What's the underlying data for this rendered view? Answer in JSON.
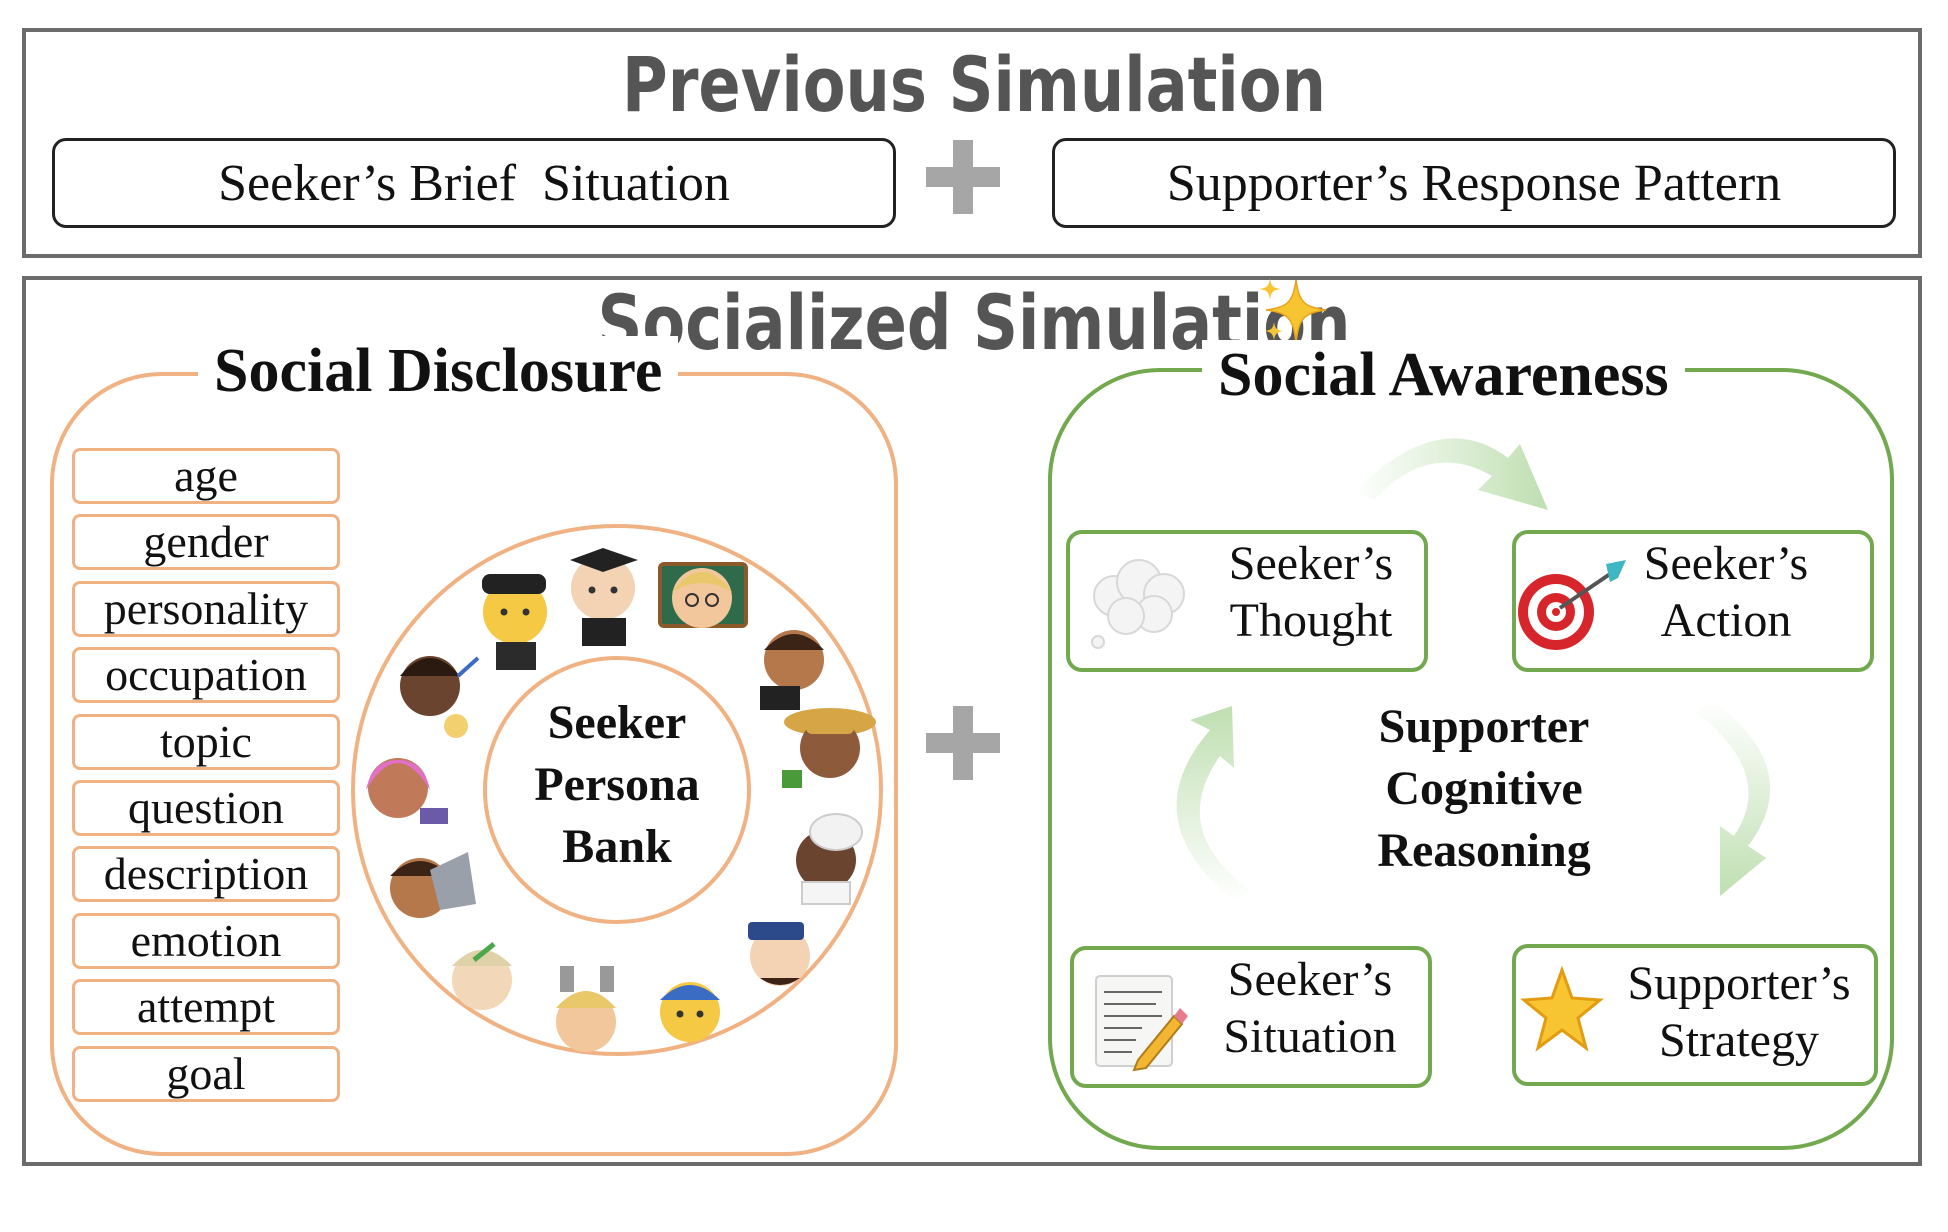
{
  "previous_simulation": {
    "title": "Previous Simulation",
    "left_box": "Seeker’s Brief  Situation",
    "right_box": "Supporter’s Response Pattern"
  },
  "socialized_simulation": {
    "title": "Socialized Simulation",
    "sparkle_icon": "sparkles-icon",
    "social_disclosure": {
      "title": "Social Disclosure",
      "attributes": [
        "age",
        "gender",
        "personality",
        "occupation",
        "topic",
        "question",
        "description",
        "emotion",
        "attempt",
        "goal"
      ],
      "persona_bank": [
        "Seeker",
        "Persona",
        "Bank"
      ]
    },
    "social_awareness": {
      "title": "Social Awareness",
      "center": [
        "Supporter",
        "Cognitive",
        "Reasoning"
      ],
      "nodes": {
        "thought": {
          "lines": [
            "Seeker’s",
            "Thought"
          ],
          "icon": "thought-bubble-icon"
        },
        "action": {
          "lines": [
            "Seeker’s",
            "Action"
          ],
          "icon": "dart-target-icon"
        },
        "situation": {
          "lines": [
            "Seeker’s",
            "Situation"
          ],
          "icon": "memo-pencil-icon"
        },
        "strategy": {
          "lines": [
            "Supporter’s",
            "Strategy"
          ],
          "icon": "star-icon"
        }
      }
    }
  },
  "colors": {
    "frame": "#6b6b6b",
    "disclosure_orange": "#f0b283",
    "awareness_green": "#72a84e",
    "plus_gray": "#a6a6a6",
    "arrow_green": "#c9e3bd"
  }
}
